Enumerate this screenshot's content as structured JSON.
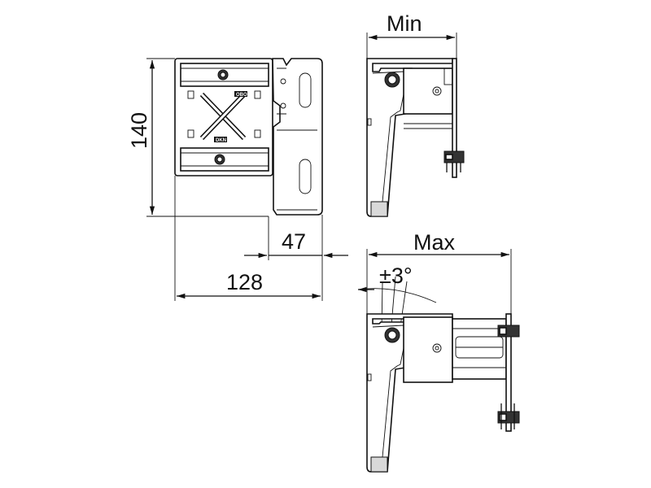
{
  "dimensions": {
    "height": "140",
    "width": "128",
    "depth": "47",
    "min_label": "Min",
    "max_label": "Max",
    "angle": "±3°"
  },
  "front_view": {
    "top_plate_text": "OBO",
    "bottom_plate_text": "DKN"
  }
}
